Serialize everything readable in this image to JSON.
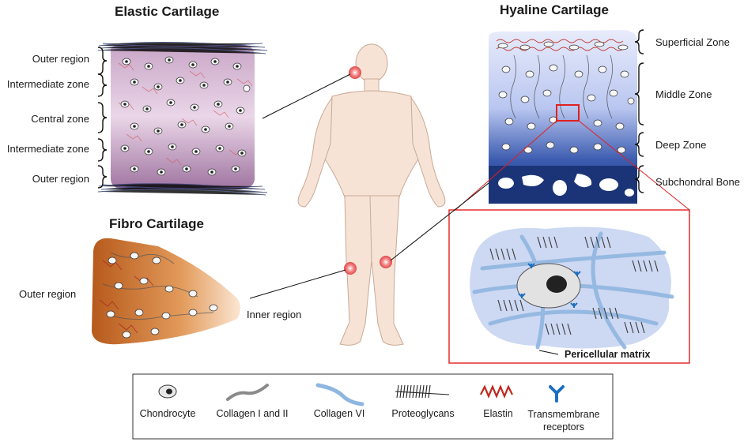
{
  "elastic": {
    "title": "Elastic Cartilage",
    "labels": [
      "Outer region",
      "Intermediate zone",
      "Central zone",
      "Intermediate zone",
      "Outer region"
    ]
  },
  "hyaline": {
    "title": "Hyaline Cartilage",
    "zones": [
      "Superficial Zone",
      "Middle Zone",
      "Deep Zone",
      "Subchondral Bone"
    ]
  },
  "fibro": {
    "title": "Fibro Cartilage",
    "outer": "Outer region",
    "inner": "Inner region"
  },
  "inset": {
    "label": "Pericellular matrix"
  },
  "legend": {
    "items": [
      {
        "label": "Chondrocyte",
        "icon": "chondrocyte-icon"
      },
      {
        "label": "Collagen I and II",
        "icon": "collagen-i-ii-icon"
      },
      {
        "label": "Collagen VI",
        "icon": "collagen-vi-icon"
      },
      {
        "label": "Proteoglycans",
        "icon": "proteoglycan-icon"
      },
      {
        "label": "Elastin",
        "icon": "elastin-icon"
      },
      {
        "label": "Transmembrane receptors",
        "label_line1": "Transmembrane",
        "label_line2": "receptors",
        "icon": "receptor-icon"
      }
    ]
  },
  "colors": {
    "accent_red": "#e02020",
    "hyaline_blue": "#1f3f86",
    "elastic_purple": "#b98fb6",
    "fibro_orange": "#c8702a",
    "collagen_vi_blue": "#7fb0e0",
    "elastin_red": "#c0281d",
    "receptor_blue": "#1d6fc2"
  }
}
